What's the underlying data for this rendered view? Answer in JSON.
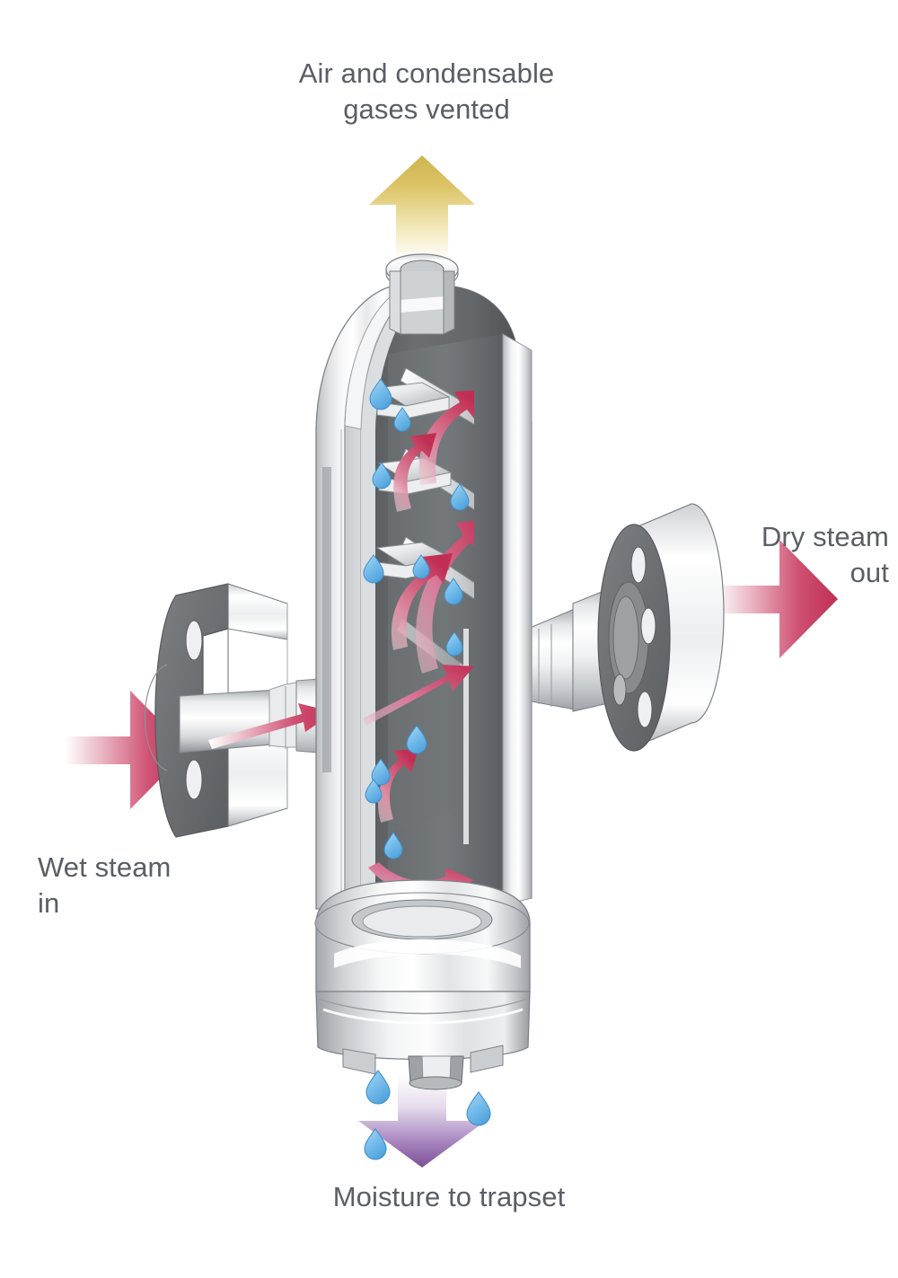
{
  "diagram": {
    "title": "Steam separator cutaway",
    "background_color": "#ffffff",
    "label_color": "#5a5e66",
    "labels": {
      "vent": "Air and condensable\ngases vented",
      "outlet": "Dry steam\nout",
      "inlet": "Wet steam\nin",
      "drain": "Moisture to trapset"
    },
    "flow_arrows": [
      {
        "name": "vent-arrow",
        "label_key": "vent",
        "direction": "up",
        "color": "#cdb551",
        "fade_to": "#ffffff"
      },
      {
        "name": "inlet-arrow",
        "label_key": "inlet",
        "direction": "right",
        "color": "#c43a5c",
        "fade_to": "#ffffff"
      },
      {
        "name": "outlet-arrow",
        "label_key": "outlet",
        "direction": "right",
        "color": "#c43a5c",
        "fade_to": "#ffffff"
      },
      {
        "name": "drain-arrow",
        "label_key": "drain",
        "direction": "down",
        "color": "#7b4f96",
        "fade_to": "#ffffff"
      }
    ],
    "colors": {
      "metal_light": "#fdfdfd",
      "metal_mid": "#d8dadc",
      "metal_shadow": "#a9adb1",
      "cutaway_face": "#6b6f72",
      "cavity_dark": "#5f6366",
      "droplet": "#6fb8e8",
      "droplet_edge": "#3f91cc",
      "swirl_arrow": "#c43a5c",
      "outline": "#6d7276"
    },
    "components": [
      {
        "name": "vent-nozzle",
        "description": "top vent nozzle, cut away"
      },
      {
        "name": "vessel-shell",
        "description": "cylindrical separator body with cutaway window"
      },
      {
        "name": "baffle-vanes",
        "description": "internal helical separating baffles"
      },
      {
        "name": "inlet-flange",
        "description": "left bolted flange, sectioned"
      },
      {
        "name": "inlet-pipe",
        "description": "wet steam inlet pipe"
      },
      {
        "name": "outlet-flange",
        "description": "right bolted flange"
      },
      {
        "name": "outlet-pipe",
        "description": "dry steam outlet pipe"
      },
      {
        "name": "bottom-bowl",
        "description": "lower collection bowl"
      },
      {
        "name": "drain-nipple",
        "description": "bottom drain connection to trapset"
      }
    ],
    "droplet_count": 16,
    "swirl_arrow_count": 7,
    "bolt_hole_count": 4
  }
}
